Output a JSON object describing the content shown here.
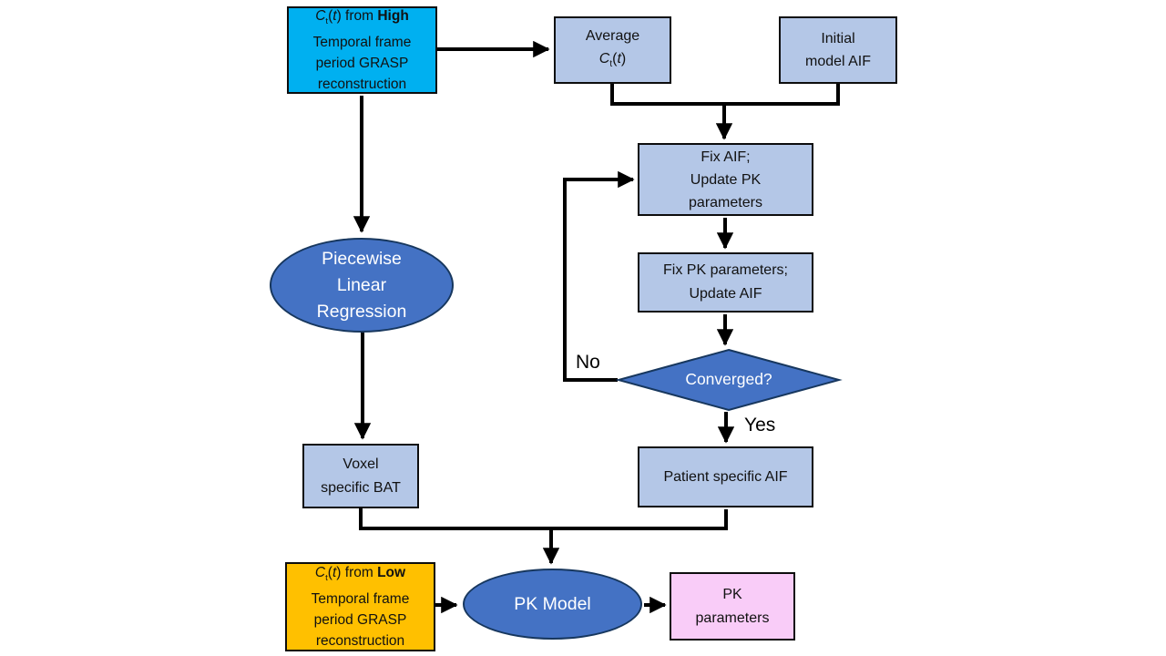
{
  "flowchart": {
    "background": "#FFFFFF",
    "connector_color": "#000000",
    "labels": {
      "no": "No",
      "yes": "Yes"
    },
    "nodes": {
      "high_grasp": {
        "formula_c": "C",
        "formula_sub": "t",
        "formula_open": "(",
        "formula_t": "t",
        "formula_close": ")",
        "from": " from ",
        "emphasis": "High",
        "line2": "Temporal frame",
        "line3": "period GRASP",
        "line4": "reconstruction",
        "fill": "#00B0F0"
      },
      "average_ct": {
        "line1": "Average",
        "formula_c": "C",
        "formula_sub": "t",
        "formula_open": "(",
        "formula_t": "t",
        "formula_close": ")",
        "fill": "#B4C7E7"
      },
      "initial_aif": {
        "line1": "Initial",
        "line2": "model AIF",
        "fill": "#B4C7E7"
      },
      "fix_aif": {
        "line1": "Fix AIF;",
        "line2": "Update PK",
        "line3": "parameters",
        "fill": "#B4C7E7"
      },
      "fix_pk": {
        "line1": "Fix PK parameters;",
        "line2": "Update AIF",
        "fill": "#B4C7E7"
      },
      "converged": {
        "label": "Converged?",
        "fill": "#4472C4"
      },
      "piecewise": {
        "line1": "Piecewise",
        "line2": "Linear",
        "line3": "Regression",
        "fill": "#4472C4"
      },
      "voxel_bat": {
        "line1": "Voxel",
        "line2": "specific BAT",
        "fill": "#B4C7E7"
      },
      "patient_aif": {
        "line1": "Patient specific AIF",
        "fill": "#B4C7E7"
      },
      "low_grasp": {
        "formula_c": "C",
        "formula_sub": "t",
        "formula_open": "(",
        "formula_t": "t",
        "formula_close": ")",
        "from": " from ",
        "emphasis": "Low",
        "line2": "Temporal frame",
        "line3": "period GRASP",
        "line4": "reconstruction",
        "fill": "#FFC000"
      },
      "pk_model": {
        "label": "PK Model",
        "fill": "#4472C4"
      },
      "pk_params": {
        "line1": "PK",
        "line2": "parameters",
        "fill": "#F9CCF8"
      }
    }
  }
}
